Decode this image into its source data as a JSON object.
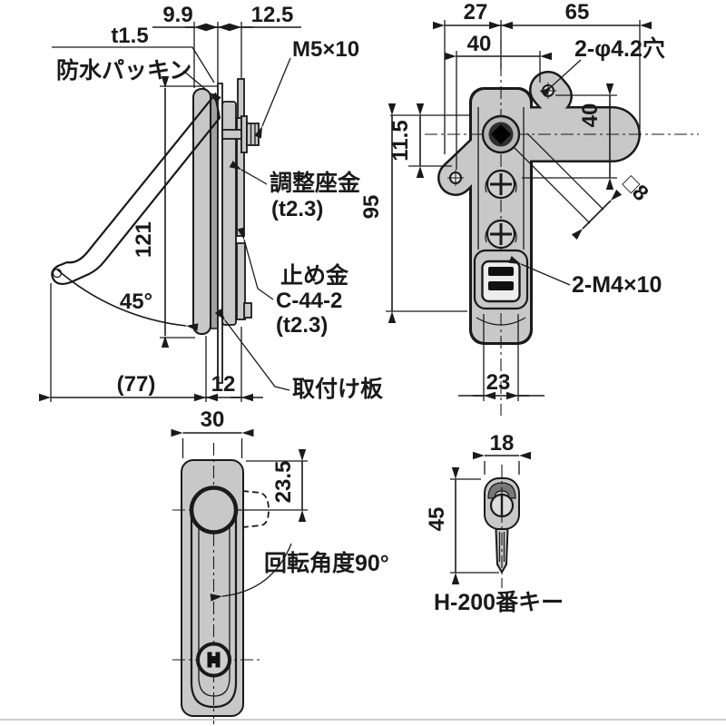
{
  "drawing_type": "technical-dimension-drawing",
  "colors": {
    "line": "#1a1a1a",
    "metal_fill": "#c8c8c8",
    "packing_fill": "#a0a0a0",
    "dark_fill": "#111111",
    "background": "#ffffff",
    "bottom_rule": "#cccccc"
  },
  "side_view": {
    "dim_9_9": "9.9",
    "dim_12_5": "12.5",
    "panel_thickness": "t1.5",
    "packing_label": "防水パッキン",
    "screw_label": "M5×10",
    "dim_121": "121",
    "open_angle": "45°",
    "dim_77": "(77)",
    "dim_12": "12",
    "washer_label": "調整座金",
    "washer_thickness": "(t2.3)",
    "catch_label": "止め金",
    "catch_model": "C-44-2",
    "catch_thickness": "(t2.3)",
    "plate_label": "取付け板"
  },
  "rear_view": {
    "dim_27": "27",
    "dim_65": "65",
    "dim_40_top": "40",
    "holes_label": "2-φ4.2穴",
    "dim_11_5": "11.5",
    "dim_95": "95",
    "dim_40_right": "40",
    "square_shaft_label": "□8",
    "screws_label": "2-M4×10",
    "dim_23": "23"
  },
  "front_view": {
    "dim_30": "30",
    "dim_23_5": "23.5",
    "rotation_label": "回転角度90°"
  },
  "key_view": {
    "dim_18": "18",
    "dim_45": "45",
    "key_label": "H-200番キー"
  }
}
